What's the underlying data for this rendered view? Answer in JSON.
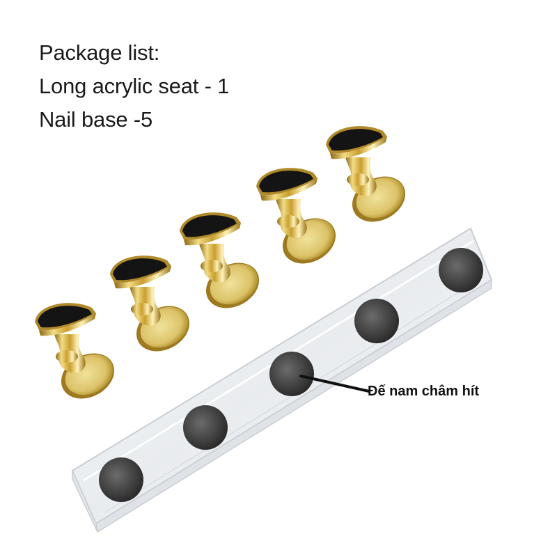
{
  "package_list": {
    "heading": "Package list:",
    "items": [
      "Long acrylic seat - 1",
      "Nail base -5"
    ]
  },
  "callout": {
    "label": "Đế nam châm hít"
  },
  "colors": {
    "gold": "#d9b64a",
    "gold_dark": "#9d7a20",
    "black_pad": "#141414",
    "magnet": "#3d3d3d",
    "acrylic_edge": "#c9ced3"
  }
}
